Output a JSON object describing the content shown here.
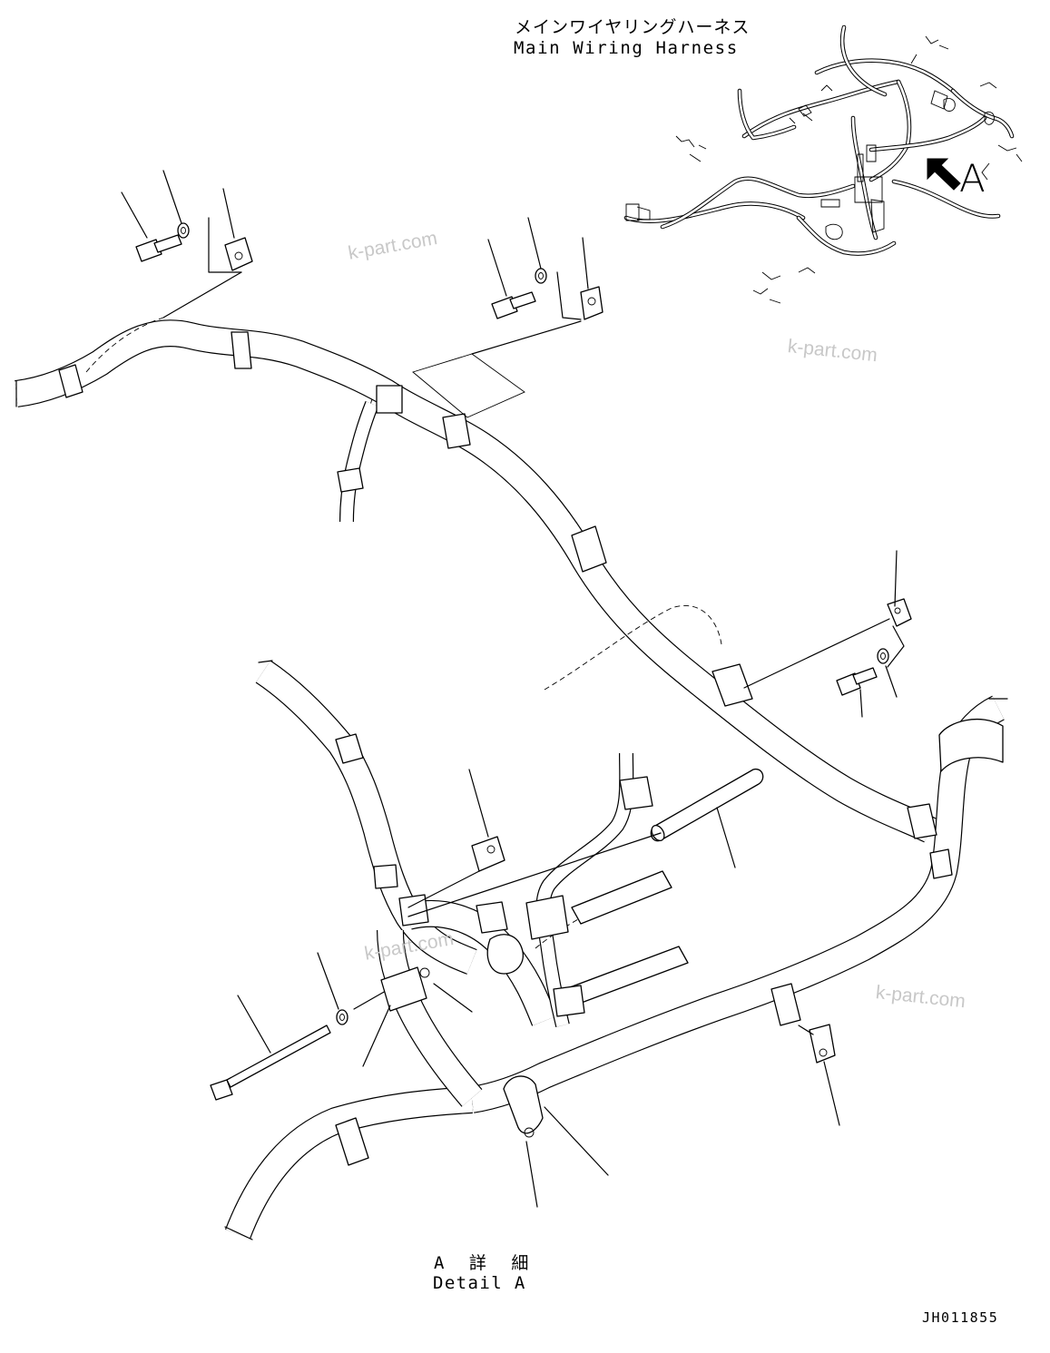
{
  "header": {
    "title_jp": "メインワイヤリングハーネス",
    "title_en": "Main Wiring Harness"
  },
  "view_marker": "A",
  "detail": {
    "label_jp": "A 詳 細",
    "label_en": "Detail A"
  },
  "drawing_code": "JH011855",
  "watermarks": [
    "k-part.com",
    "k-part.com",
    "k-part.com",
    "k-part.com"
  ],
  "colors": {
    "line": "#000000",
    "background": "#ffffff",
    "watermark": "#c8c8c8"
  },
  "icons": [
    "bolt-icon",
    "washer-icon",
    "clip-bracket-icon",
    "protector-tube-icon",
    "clamp-icon",
    "view-arrow-icon"
  ]
}
